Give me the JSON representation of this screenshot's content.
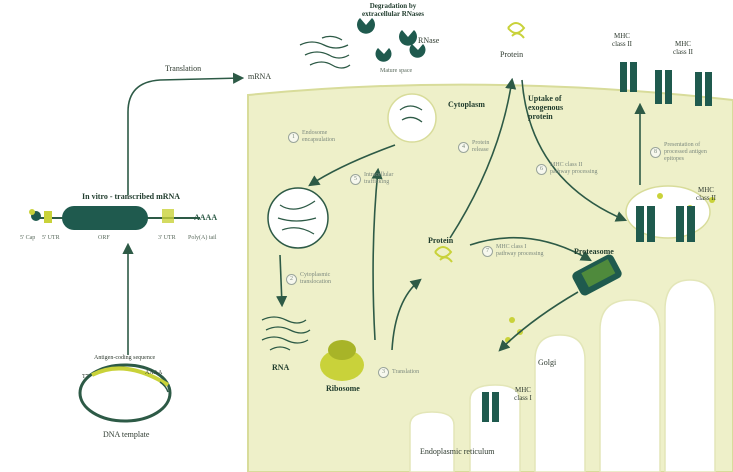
{
  "labels": {
    "translation": "Translation",
    "mrna_top": "mRNA",
    "degradation": "Degradation by\nextracellular RNases",
    "rnase": "RNase",
    "protein_top": "Protein",
    "mhc_class2_left": "MHC\nclass II",
    "mhc_class2_right": "MHC\nclass II",
    "cytoplasm": "Cytoplasm",
    "uptake": "Uptake of\nexogenous\nprotein",
    "invitro": "In vitro - transcribed mRNA",
    "cap": "5' Cap",
    "utr5": "5' UTR",
    "orf": "ORF",
    "utr3": "3' UTR",
    "polya_text": "AAAA",
    "polya_tail": "Poly(A) tail",
    "rna": "RNA",
    "ribosome": "Ribosome",
    "protein_mid": "Protein",
    "proteasome": "Proteasome",
    "mhc_class2_mid": "MHC\nclass II",
    "golgi": "Golgi",
    "mhc_class1": "MHC\nclass I",
    "er": "Endoplasmic reticulum",
    "dna_template": "DNA template",
    "antigen_coding": "Antigen-coding sequence",
    "t7": "T7",
    "polya_dna": "AAAA",
    "cell_space": "Mature space"
  },
  "steps": {
    "s1": "Endosome\nencapsulation",
    "s2": "Cytoplasmic\ntranslocation",
    "s3": "Translation",
    "s4": "Protein\nrelease",
    "s5": "Intracellular\ntrafficking",
    "s6": "MHC class II\npathway processing",
    "s7": "MHC class I\npathway processing",
    "s8": "Presentation of\nprocessed antigen\nepitopes"
  },
  "step_numbers": {
    "n1": "1",
    "n2": "2",
    "n3": "3",
    "n4": "4",
    "n5": "5",
    "n6": "6",
    "n7": "7",
    "n8": "8"
  },
  "colors": {
    "dark_teal": "#1f5a4e",
    "lime": "#c9d23a",
    "cell_fill": "#eef0c9",
    "membrane": "#d8dc9a",
    "arrow": "#2d5a46",
    "step_text": "#7d8a7f"
  },
  "icons": {
    "ribosome": "ribosome-icon",
    "protein": "protein-icon",
    "mhc": "mhc-icon",
    "rnase": "rnase-icon",
    "proteasome": "proteasome-icon",
    "plasmid": "plasmid-icon",
    "endosome": "endosome-icon",
    "golgi": "golgi-icon"
  }
}
